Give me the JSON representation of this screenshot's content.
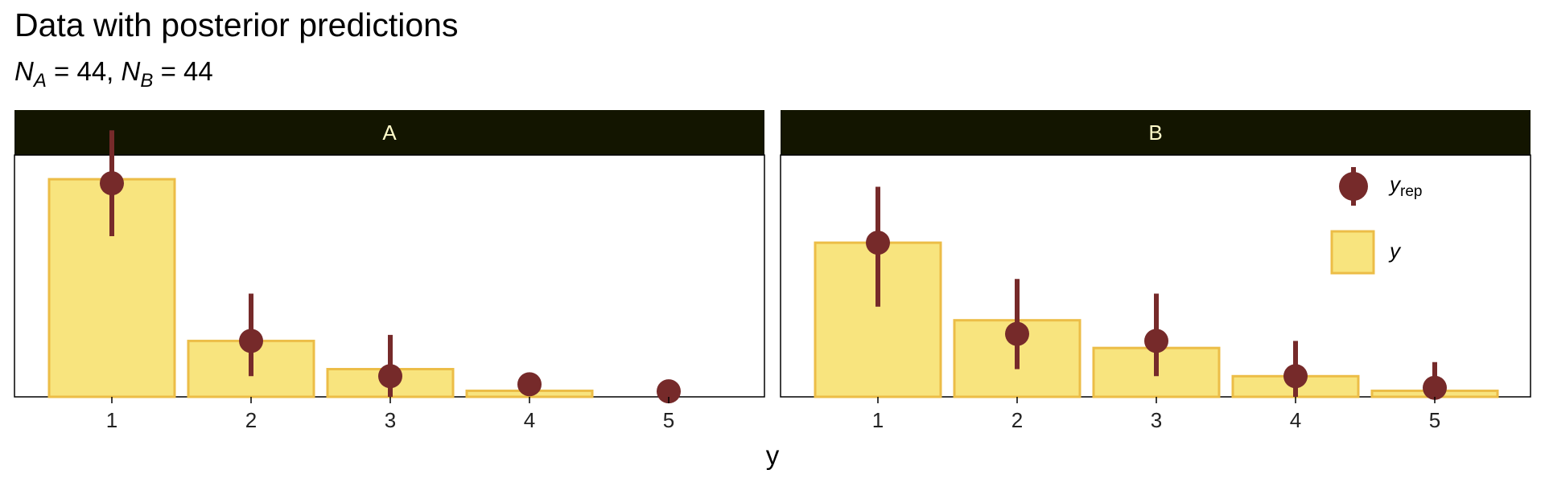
{
  "chart_data": {
    "type": "bar",
    "title": "Data with posterior predictions",
    "subtitle": {
      "n_a_symbol": "N",
      "n_a_sub": "A",
      "n_a_value": "= 44,",
      "n_b_symbol": "N",
      "n_b_sub": "B",
      "n_b_value": "= 44"
    },
    "xlabel": "y",
    "ylabel": "",
    "ylim": [
      0,
      0.48
    ],
    "categories": [
      "1",
      "2",
      "3",
      "4",
      "5"
    ],
    "panels": [
      {
        "name": "A",
        "y": [
          0.432,
          0.111,
          0.055,
          0.012,
          0.0
        ],
        "yrep_median": [
          0.424,
          0.111,
          0.041,
          0.025,
          0.011
        ],
        "yrep_low": [
          0.319,
          0.041,
          0.0,
          0.0,
          0.0
        ],
        "yrep_high": [
          0.529,
          0.205,
          0.123,
          0.0,
          0.0
        ]
      },
      {
        "name": "B",
        "y": [
          0.306,
          0.152,
          0.097,
          0.041,
          0.012
        ],
        "yrep_median": [
          0.306,
          0.125,
          0.111,
          0.041,
          0.018
        ],
        "yrep_low": [
          0.179,
          0.055,
          0.041,
          0.0,
          0.0
        ],
        "yrep_high": [
          0.417,
          0.234,
          0.205,
          0.111,
          0.069
        ]
      }
    ],
    "legend": {
      "position": "top-right",
      "yrep_symbol": "y",
      "yrep_sub": "rep",
      "y_symbol": "y"
    },
    "grid": false
  },
  "colors": {
    "bar_fill": "#f8e47e",
    "bar_stroke": "#ecbd47",
    "point": "#762a2a",
    "strip_bg": "#131500",
    "strip_text": "#fffbc9",
    "axis": "#000000"
  }
}
